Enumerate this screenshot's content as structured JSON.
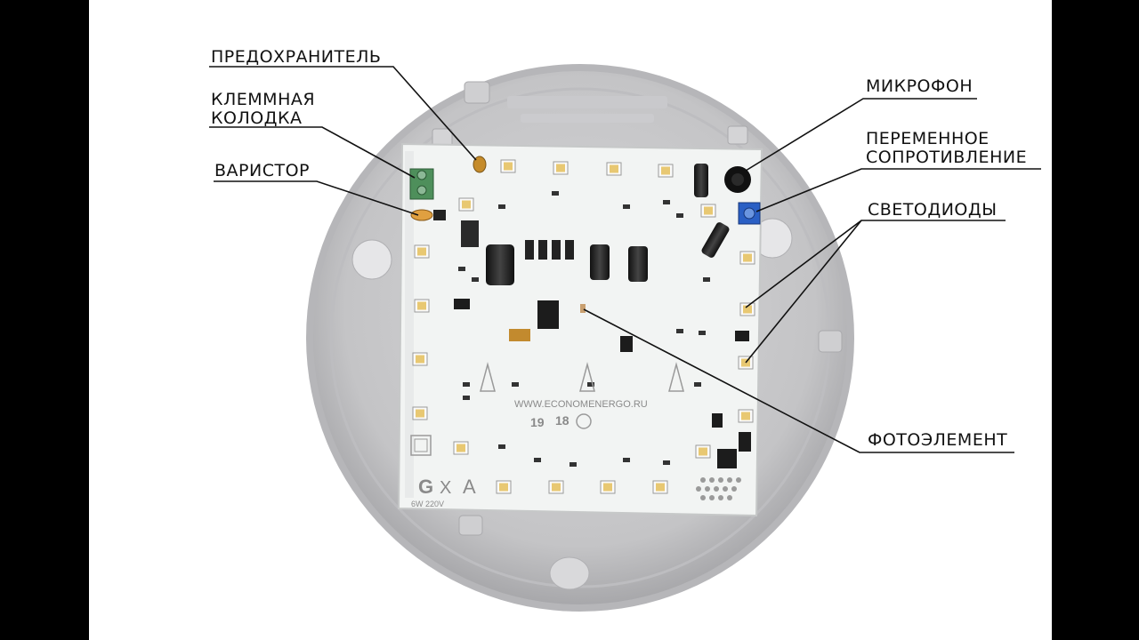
{
  "labels": {
    "fuse": "ПРЕДОХРАНИТЕЛЬ",
    "terminal_line1": "КЛЕММНАЯ",
    "terminal_line2": "КОЛОДКА",
    "varistor": "ВАРИСТОР",
    "microphone": "МИКРОФОН",
    "resistor_line1": "ПЕРЕМЕННОЕ",
    "resistor_line2": "СОПРОТИВЛЕНИЕ",
    "leds": "СВЕТОДИОДЫ",
    "photocell": "ФОТОЭЛЕМЕНТ"
  },
  "board": {
    "website": "WWW.ECONOMENERGO.RU",
    "rating": "6W 220V",
    "mark_19": "19",
    "mark_18": "18"
  },
  "colors": {
    "label_line": "#111111",
    "led": "#e8c872",
    "pcb": "#f2f4f3"
  }
}
